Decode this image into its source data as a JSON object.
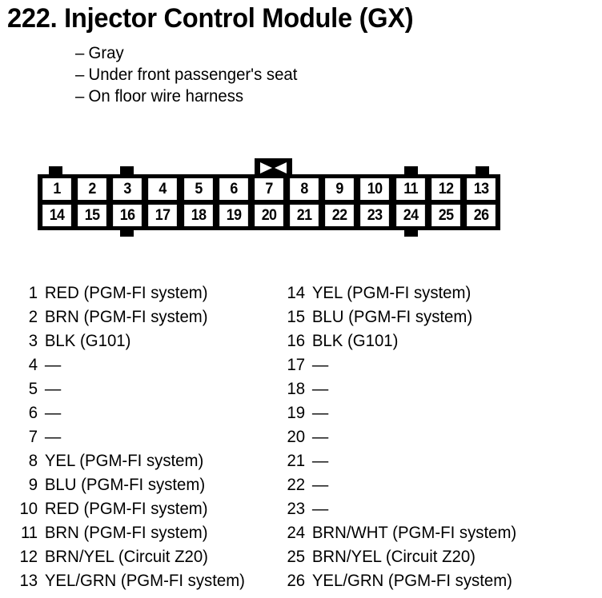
{
  "title": "222.  Injector Control Module (GX)",
  "notes": {
    "dash": "–",
    "items": [
      "Gray",
      "Under front passenger's seat",
      "On floor wire harness"
    ]
  },
  "connector": {
    "top_row": [
      "1",
      "2",
      "3",
      "4",
      "5",
      "6",
      "7",
      "8",
      "9",
      "10",
      "11",
      "12",
      "13"
    ],
    "bottom_row": [
      "14",
      "15",
      "16",
      "17",
      "18",
      "19",
      "20",
      "21",
      "22",
      "23",
      "24",
      "25",
      "26"
    ],
    "top_tab_pins": [
      "1",
      "3",
      "11",
      "13"
    ],
    "bottom_tab_pins": [
      "16",
      "24"
    ],
    "latch_above_pin": "7",
    "latch_icon": "bowtie-latch-icon",
    "body_color": "#000000",
    "cell_color": "#ffffff"
  },
  "legend": {
    "left": [
      {
        "num": "1",
        "desc": "RED (PGM-FI system)"
      },
      {
        "num": "2",
        "desc": "BRN (PGM-FI system)"
      },
      {
        "num": "3",
        "desc": "BLK (G101)"
      },
      {
        "num": "4",
        "desc": "—"
      },
      {
        "num": "5",
        "desc": "—"
      },
      {
        "num": "6",
        "desc": "—"
      },
      {
        "num": "7",
        "desc": "—"
      },
      {
        "num": "8",
        "desc": "YEL (PGM-FI system)"
      },
      {
        "num": "9",
        "desc": "BLU (PGM-FI system)"
      },
      {
        "num": "10",
        "desc": "RED (PGM-FI system)"
      },
      {
        "num": "11",
        "desc": "BRN (PGM-FI system)"
      },
      {
        "num": "12",
        "desc": "BRN/YEL (Circuit Z20)"
      },
      {
        "num": "13",
        "desc": "YEL/GRN (PGM-FI system)"
      }
    ],
    "right": [
      {
        "num": "14",
        "desc": "YEL (PGM-FI system)"
      },
      {
        "num": "15",
        "desc": "BLU (PGM-FI system)"
      },
      {
        "num": "16",
        "desc": "BLK (G101)"
      },
      {
        "num": "17",
        "desc": "—"
      },
      {
        "num": "18",
        "desc": "—"
      },
      {
        "num": "19",
        "desc": "—"
      },
      {
        "num": "20",
        "desc": "—"
      },
      {
        "num": "21",
        "desc": "—"
      },
      {
        "num": "22",
        "desc": "—"
      },
      {
        "num": "23",
        "desc": "—"
      },
      {
        "num": "24",
        "desc": "BRN/WHT (PGM-FI system)"
      },
      {
        "num": "25",
        "desc": "BRN/YEL (Circuit Z20)"
      },
      {
        "num": "26",
        "desc": "YEL/GRN (PGM-FI system)"
      }
    ]
  }
}
